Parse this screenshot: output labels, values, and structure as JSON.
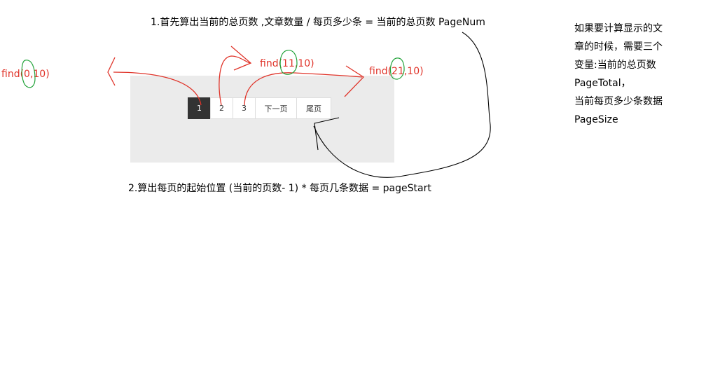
{
  "notes": {
    "top": "1.首先算出当前的总页数 ,文章数量 / 每页多少条  =  当前的总页数  PageNum",
    "bottom": "2.算出每页的起始位置   (当前的页数- 1) * 每页几条数据  = pageStart"
  },
  "side_note": {
    "lines": [
      "如果要计算显示的文",
      "章的时候，需要三个",
      "变量:当前的总页数",
      "PageTotal，",
      "当前每页多少条数据",
      "PageSize"
    ]
  },
  "find_labels": [
    {
      "text": "find(0,10)"
    },
    {
      "text": "find(11,10)"
    },
    {
      "text": "find(21,10)"
    }
  ],
  "pager": {
    "buttons": [
      {
        "label": "1",
        "active": true
      },
      {
        "label": "2",
        "active": false
      },
      {
        "label": "3",
        "active": false
      },
      {
        "label": "下一页",
        "active": false
      },
      {
        "label": "尾页",
        "active": false
      }
    ]
  },
  "colors": {
    "arrow_red": "#e0342a",
    "circle_green": "#22a33a",
    "line_black": "#000000",
    "panel_gray": "#ebebeb",
    "active_page": "#333333"
  }
}
